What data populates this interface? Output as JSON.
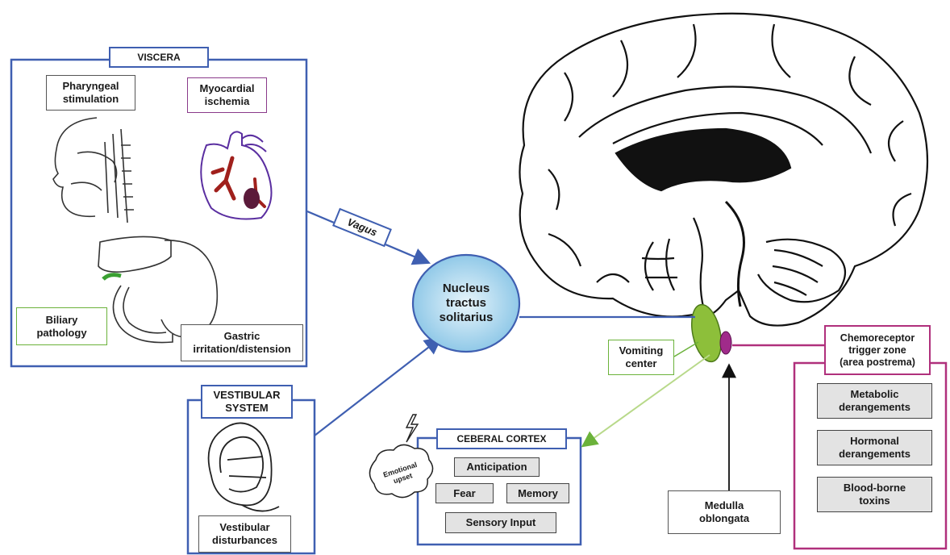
{
  "viscera": {
    "title": "VISCERA",
    "pharyngeal": "Pharyngeal\nstimulation",
    "myocardial": "Myocardial\nischemia",
    "biliary": "Biliary\npathology",
    "gastric": "Gastric\nirritation/distension"
  },
  "vagus": "Vagus",
  "nts": "Nucleus\ntractus\nsolitarius",
  "vestibular": {
    "title": "VESTIBULAR\nSYSTEM",
    "disturbances": "Vestibular\ndisturbances"
  },
  "cortex": {
    "title": "CEBERAL CORTEX",
    "anticipation": "Anticipation",
    "fear": "Fear",
    "memory": "Memory",
    "sensory": "Sensory Input",
    "emotional": "Emotional\nupset"
  },
  "vomiting_center": "Vomiting\ncenter",
  "medulla": "Medulla\noblongata",
  "ctz": {
    "title": "Chemoreceptor\ntrigger zone\n(area postrema)",
    "metabolic": "Metabolic\nderangements",
    "hormonal": "Hormonal\nderangements",
    "toxins": "Blood-borne\ntoxins"
  },
  "colors": {
    "blue": "#3f5fb1",
    "green": "#6bb23a",
    "magenta": "#b0307c",
    "heart_vessels": "#a0201c",
    "nts_fill": "#8fc8e8"
  }
}
